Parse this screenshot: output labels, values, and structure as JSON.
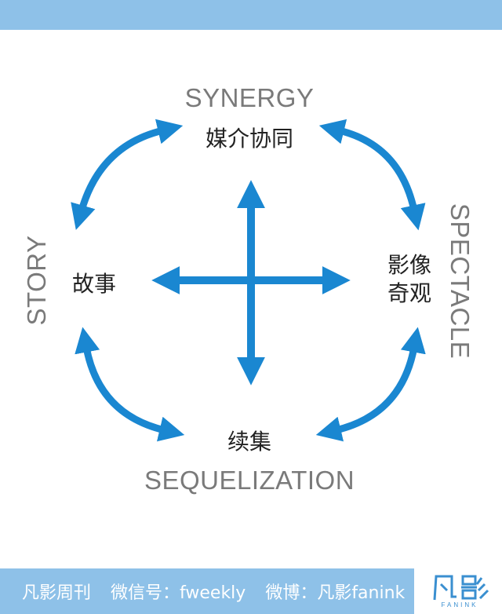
{
  "diagram": {
    "top_en": "SYNERGY",
    "top_cn": "媒介协同",
    "left_en": "STORY",
    "left_cn": "故事",
    "right_en": "SPECTACLE",
    "right_cn": "影像奇观",
    "bottom_cn": "续集",
    "bottom_en": "SEQUELIZATION"
  },
  "footer": {
    "publication": "凡影周刊",
    "wechat": "微信号：fweekly",
    "weibo": "微博：凡影fanink",
    "logo_text": "FANINK"
  },
  "colors": {
    "arrow": "#1a87d1",
    "bar": "#8ec1e8"
  }
}
